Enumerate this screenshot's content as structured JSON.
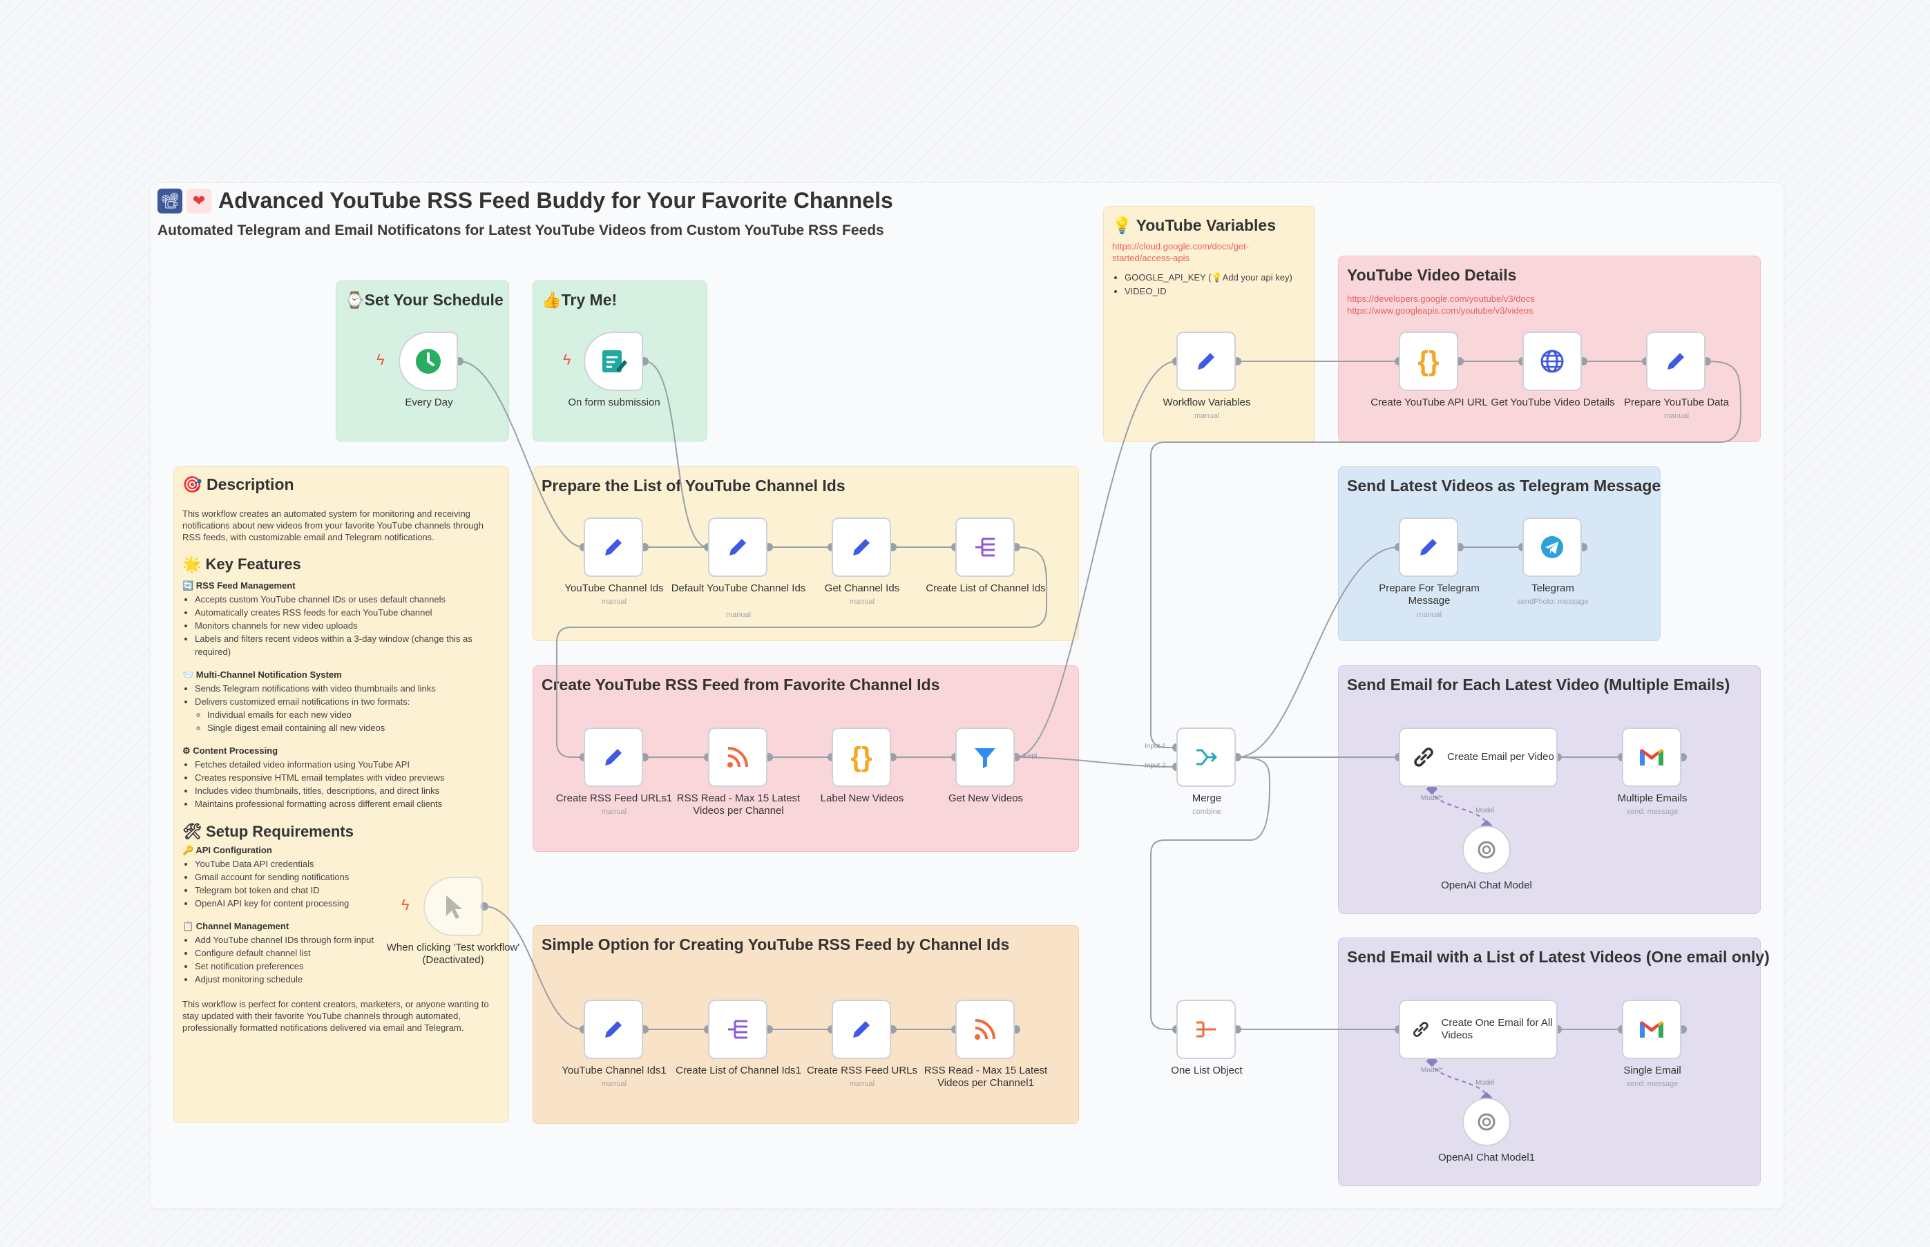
{
  "workflow": {
    "title": "Advanced YouTube RSS Feed Buddy for Your Favorite Channels",
    "subtitle": "Automated Telegram and Email Notificatons for Latest YouTube Videos from Custom YouTube RSS Feeds",
    "title_icons": [
      "📽",
      "❤"
    ]
  },
  "stickies": {
    "schedule": "⌚Set Your Schedule",
    "try": "👍Try Me!",
    "description": "🎯 Description",
    "prepare": "Prepare the List of YouTube Channel Ids",
    "create_feed": "Create YouTube RSS Feed from Favorite Channel Ids",
    "simple": "Simple Option for Creating YouTube RSS Feed by Channel Ids",
    "variables": "💡 YouTube Variables",
    "video_details": "YouTube Video Details",
    "telegram": "Send Latest Videos as Telegram Message",
    "email_each": "Send Email for Each Latest Video (Multiple Emails)",
    "email_one": "Send Email with a List of Latest Videos (One email only)"
  },
  "variables_note": {
    "link": "https://cloud.google.com/docs/get-started/access-apis",
    "items": [
      "GOOGLE_API_KEY (💡Add your api key)",
      "VIDEO_ID"
    ]
  },
  "video_details_note": {
    "links": [
      "https://developers.google.com/youtube/v3/docs",
      "https://www.googleapis.com/youtube/v3/videos"
    ]
  },
  "description": {
    "intro": "This workflow creates an automated system for monitoring and receiving notifications about new videos from your favorite YouTube channels through RSS feeds, with customizable email and Telegram notifications.",
    "key_features_title": "🌟 Key Features",
    "rss_title": "🔄 RSS Feed Management",
    "rss_items": [
      "Accepts custom YouTube channel IDs or uses default channels",
      "Automatically creates RSS feeds for each YouTube channel",
      "Monitors channels for new video uploads",
      "Labels and filters recent videos within a 3-day window (change this as required)"
    ],
    "notify_title": "📨 Multi-Channel Notification System",
    "notify_items": [
      "Sends Telegram notifications with video thumbnails and links",
      "Delivers customized email notifications in two formats:"
    ],
    "notify_sub": [
      "Individual emails for each new video",
      "Single digest email containing all new videos"
    ],
    "content_title": "⚙ Content Processing",
    "content_items": [
      "Fetches detailed video information using YouTube API",
      "Creates responsive HTML email templates with video previews",
      "Includes video thumbnails, titles, descriptions, and direct links",
      "Maintains professional formatting across different email clients"
    ],
    "setup_title": "🛠 Setup Requirements",
    "api_title": "🔑 API Configuration",
    "api_items": [
      "YouTube Data API credentials",
      "Gmail account for sending notifications",
      "Telegram bot token and chat ID",
      "OpenAI API key for content processing"
    ],
    "channel_title": "📋 Channel Management",
    "channel_items": [
      "Add YouTube channel IDs through form input",
      "Configure default channel list",
      "Set notification preferences",
      "Adjust monitoring schedule"
    ],
    "outro": "This workflow is perfect for content creators, marketers, or anyone wanting to stay updated with their favorite YouTube channels through automated, professionally formatted notifications delivered via email and Telegram."
  },
  "nodes": {
    "every_day": {
      "label": "Every Day",
      "icon": "clock-icon"
    },
    "form": {
      "label": "On form submission",
      "icon": "form-icon"
    },
    "manual": {
      "label": "When clicking 'Test workflow' (Deactivated)",
      "icon": "cursor-icon"
    },
    "yt_ids": {
      "label": "YouTube Channel Ids",
      "sub": "manual"
    },
    "default_ids": {
      "label": "Default YouTube Channel Ids",
      "sub": "manual"
    },
    "get_ids": {
      "label": "Get Channel Ids",
      "sub": "manual"
    },
    "create_list": {
      "label": "Create List of Channel Ids"
    },
    "rss_urls1": {
      "label": "Create RSS Feed URLs1",
      "sub": "manual"
    },
    "rss_read": {
      "label": "RSS Read - Max 15 Latest Videos per Channel"
    },
    "label_new": {
      "label": "Label New Videos"
    },
    "get_new": {
      "label": "Get New Videos",
      "out_label": "Kept"
    },
    "yt_ids1": {
      "label": "YouTube Channel Ids1",
      "sub": "manual"
    },
    "create_list1": {
      "label": "Create List of Channel Ids1"
    },
    "rss_urls": {
      "label": "Create RSS Feed URLs",
      "sub": "manual"
    },
    "rss_read1": {
      "label": "RSS Read - Max 15 Latest Videos per Channel1"
    },
    "workflow_vars": {
      "label": "Workflow Variables",
      "sub": "manual"
    },
    "api_url": {
      "label": "Create YouTube API URL"
    },
    "video_details": {
      "label": "Get YouTube Video Details"
    },
    "prepare_data": {
      "label": "Prepare YouTube Data",
      "sub": "manual"
    },
    "prepare_telegram": {
      "label": "Prepare For Telegram Message",
      "sub": "manual"
    },
    "telegram": {
      "label": "Telegram",
      "sub": "sendPhoto: message"
    },
    "merge": {
      "label": "Merge",
      "sub": "combine",
      "in1": "Input 1",
      "in2": "Input 2"
    },
    "email_per": {
      "label": "Create Email per Video",
      "model_port": "Model*"
    },
    "multi_emails": {
      "label": "Multiple Emails",
      "sub": "send: message"
    },
    "openai": {
      "label": "OpenAI Chat Model",
      "port": "Model"
    },
    "one_list": {
      "label": "One List Object"
    },
    "email_all": {
      "label": "Create One Email for All Videos",
      "model_port": "Model*"
    },
    "single_email": {
      "label": "Single Email",
      "sub": "send: message"
    },
    "openai1": {
      "label": "OpenAI Chat Model1",
      "port": "Model"
    }
  },
  "colors": {
    "set_node": "#3f59e3",
    "rss": "#f26a3b",
    "code": "#f5a623",
    "filter": "#2f8cf0",
    "merge": "#29a8b4",
    "telegram": "#2ba0d9",
    "trigger_bolt": "#ef5a3c",
    "form": "#1fa9a1",
    "clock": "#27ae60"
  }
}
